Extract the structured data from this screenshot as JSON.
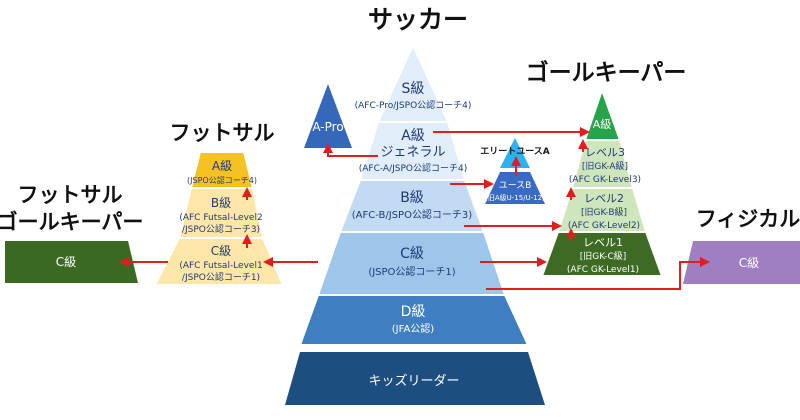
{
  "headings": {
    "soccer": "サッカー",
    "futsal": "フットサル",
    "futsal_gk_line1": "フットサル",
    "futsal_gk_line2": "ゴールキーパー",
    "goalkeeper": "ゴールキーパー",
    "physical": "フィジカル"
  },
  "soccer": {
    "s_title": "S級",
    "s_sub": "(AFC-Pro/JSPO公認コーチ4)",
    "a_title1": "A級",
    "a_title2": "ジェネラル",
    "a_sub": "(AFC-A/JSPO公認コーチ4)",
    "b_title": "B級",
    "b_sub": "(AFC-B/JSPO公認コーチ3)",
    "c_title": "C級",
    "c_sub": "(JSPO公認コーチ1)",
    "d_title": "D級",
    "d_sub": "(JFA公認)",
    "kids": "キッズリーダー",
    "apro": "A-Pro",
    "elite_a": "エリートユースA",
    "youth_b": "ユースB",
    "youth_b_sub": "[旧A級U-15/U-12]"
  },
  "futsal": {
    "a_title": "A級",
    "a_sub": "(JSPO公認コーチ4)",
    "b_title": "B級",
    "b_sub1": "(AFC Futsal-Level2",
    "b_sub2": "/JSPO公認コーチ3)",
    "c_title": "C級",
    "c_sub1": "(AFC Futsal-Level1",
    "c_sub2": "/JSPO公認コーチ1)"
  },
  "futsal_gk": {
    "c": "C級"
  },
  "goalkeeper": {
    "a": "A級",
    "l3_title": "レベル3",
    "l3_old": "[旧GK-A級]",
    "l3_afc": "(AFC GK-Level3)",
    "l2_title": "レベル2",
    "l2_old": "[旧GK-B級]",
    "l2_afc": "(AFC GK-Level2)",
    "l1_title": "レベル1",
    "l1_old": "[旧GK-C級]",
    "l1_afc": "(AFC GK-Level1)"
  },
  "physical": {
    "c": "C級"
  },
  "colors": {
    "soccer_top": "#e1edf9",
    "soccer_b": "#c3dbf2",
    "soccer_c": "#9ec6ea",
    "soccer_d": "#3f7fc1",
    "kids": "#1d4e80",
    "apro": "#3568b8",
    "elite": "#2bb2ef",
    "youth_b": "#3a6bc4",
    "futsal_a": "#f6c223",
    "futsal_light": "#fde7a8",
    "futsal_gk": "#3a6a22",
    "gk_green": "#27a34a",
    "gk_light": "#cfe6bd",
    "gk_dark": "#3d6b23",
    "physical": "#a07fc0",
    "arrow": "#e01e1e"
  }
}
